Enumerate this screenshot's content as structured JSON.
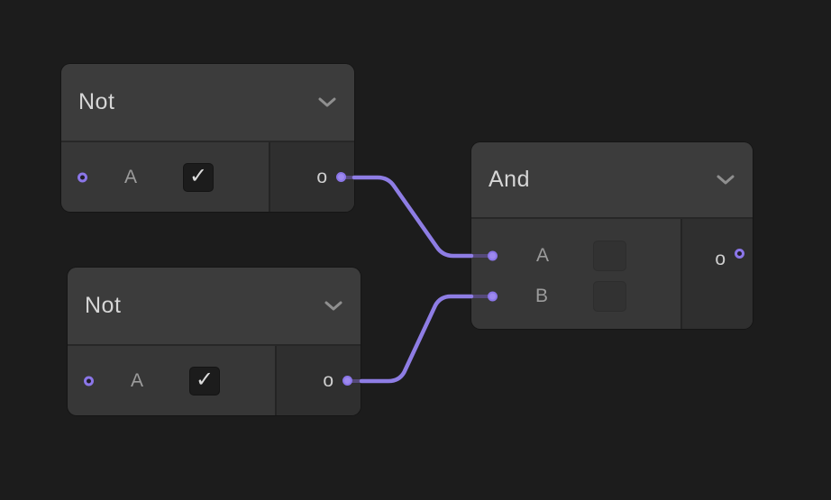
{
  "editor": {
    "type": "logic-node-graph",
    "background_color": "#1c1c1c"
  },
  "colors": {
    "node_body": "#373737",
    "node_header": "#3c3c3c",
    "output_section": "#2f2f2f",
    "wire": "#8e7de4",
    "wire_dim": "#55497a",
    "port_ring": "#8b76e8",
    "title_text": "#d6d6d6",
    "label_text": "#9c9c9c"
  },
  "icons": {
    "checkmark": "✓",
    "collapse": "chevron-down"
  },
  "nodes": {
    "not1": {
      "title": "Not",
      "inputs": [
        {
          "label": "A",
          "control": "checkbox",
          "checked": true,
          "connected": false
        }
      ],
      "outputs": [
        {
          "label": "o",
          "connected": true
        }
      ]
    },
    "not2": {
      "title": "Not",
      "inputs": [
        {
          "label": "A",
          "control": "checkbox",
          "checked": true,
          "connected": false
        }
      ],
      "outputs": [
        {
          "label": "o",
          "connected": true
        }
      ]
    },
    "and": {
      "title": "And",
      "inputs": [
        {
          "label": "A",
          "control": "checkbox-disabled",
          "connected": true
        },
        {
          "label": "B",
          "control": "checkbox-disabled",
          "connected": true
        }
      ],
      "outputs": [
        {
          "label": "o",
          "connected": false
        }
      ]
    }
  },
  "wires": [
    {
      "from": "not1.o",
      "to": "and.A"
    },
    {
      "from": "not2.o",
      "to": "and.B"
    }
  ]
}
